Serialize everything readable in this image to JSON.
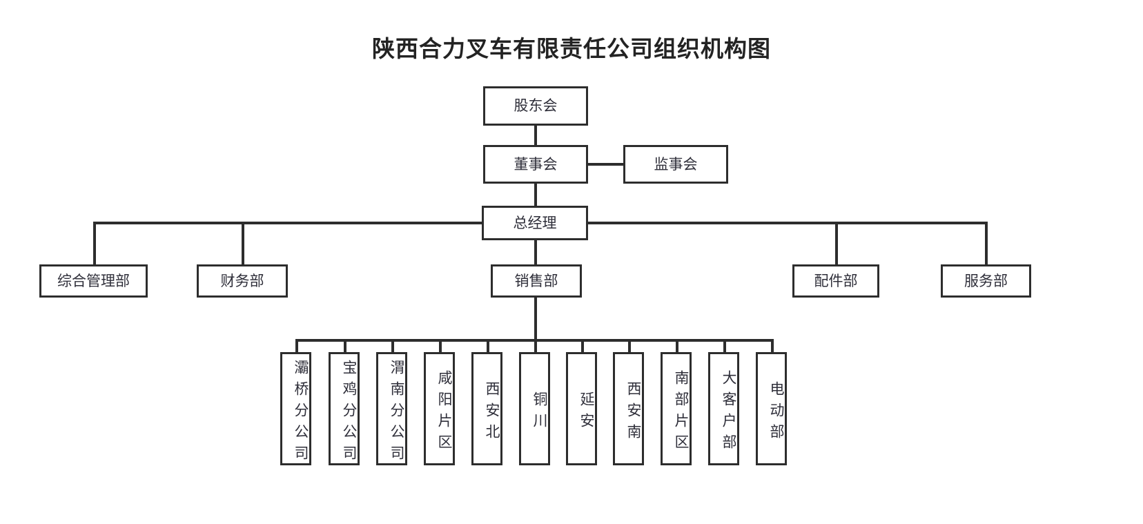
{
  "title": "陕西合力叉车有限责任公司组织机构图",
  "chart_data": {
    "type": "diagram",
    "diagram_type": "organization-chart",
    "title": "陕西合力叉车有限责任公司组织机构图",
    "orientation": "top-down",
    "line_color": "#2d2d2d",
    "box_fill": "#ffffff",
    "text_color": "#2f2f3a"
  },
  "nodes": {
    "shareholders": {
      "label": "股东会",
      "level": 1
    },
    "board": {
      "label": "董事会",
      "level": 2
    },
    "supervisors": {
      "label": "监事会",
      "level": 2
    },
    "general_manager": {
      "label": "总经理",
      "level": 3
    }
  },
  "departments": [
    {
      "id": "general-admin",
      "label": "综合管理部"
    },
    {
      "id": "finance",
      "label": "财务部"
    },
    {
      "id": "sales",
      "label": "销售部"
    },
    {
      "id": "parts",
      "label": "配件部"
    },
    {
      "id": "service",
      "label": "服务部"
    }
  ],
  "sales_units": [
    {
      "id": "baqiao-branch",
      "label": "灞桥分公司"
    },
    {
      "id": "baoji-branch",
      "label": "宝鸡分公司"
    },
    {
      "id": "weinan-branch",
      "label": "渭南分公司"
    },
    {
      "id": "xianyang-area",
      "label": "咸阳片区"
    },
    {
      "id": "xian-north",
      "label": "西安北"
    },
    {
      "id": "tongchuan",
      "label": "铜川"
    },
    {
      "id": "yanan",
      "label": "延安"
    },
    {
      "id": "xian-south",
      "label": "西安南"
    },
    {
      "id": "southern-area",
      "label": "南部片区"
    },
    {
      "id": "key-accounts",
      "label": "大客户部"
    },
    {
      "id": "electric",
      "label": "电动部"
    }
  ]
}
